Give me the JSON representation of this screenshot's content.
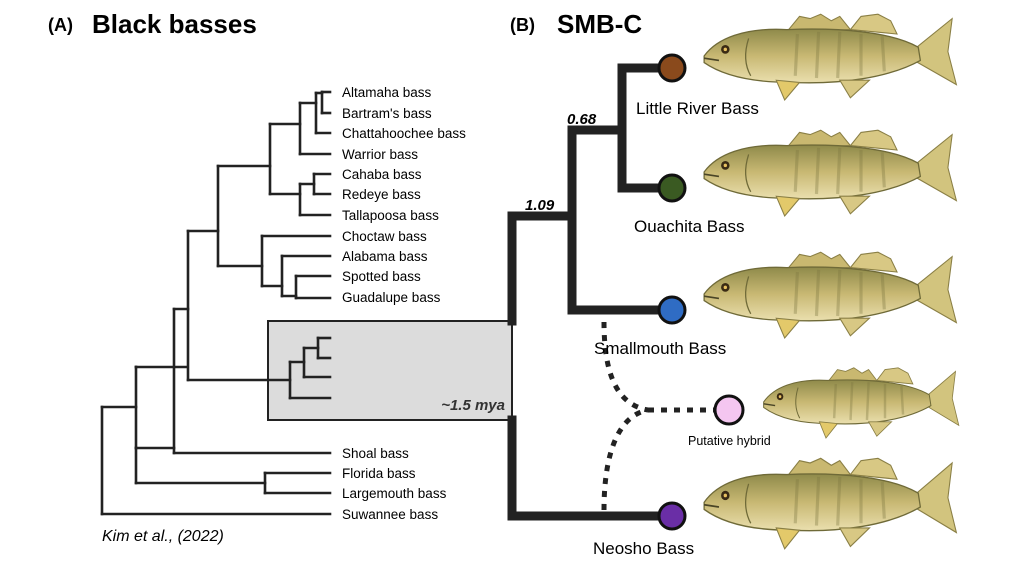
{
  "panel_a": {
    "letter": "(A)",
    "title": "Black basses",
    "taxa": [
      "Altamaha bass",
      "Bartram's bass",
      "Chattahoochee bass",
      "Warrior bass",
      "Cahaba bass",
      "Redeye bass",
      "Tallapoosa bass",
      "Choctaw bass",
      "Alabama bass",
      "Spotted bass",
      "Guadalupe bass",
      "Shoal bass",
      "Florida bass",
      "Largemouth bass",
      "Suwannee bass"
    ],
    "citation": "Kim et al., (2022)",
    "clade_age": "~1.5 mya"
  },
  "panel_b": {
    "letter": "(B)",
    "title": "SMB-C",
    "support_outer": "1.09",
    "support_inner": "0.68",
    "taxa": [
      {
        "name": "Little River Bass",
        "color": "#8a4a1c"
      },
      {
        "name": "Ouachita Bass",
        "color": "#3a5a22"
      },
      {
        "name": "Smallmouth Bass",
        "color": "#2f6cc4"
      },
      {
        "name": "Putative hybrid",
        "color": "#f4c6f0"
      },
      {
        "name": "Neosho Bass",
        "color": "#6a2ea6"
      }
    ]
  },
  "colors": {
    "branch": "#222222",
    "highlight_box": "#dcdcdc"
  }
}
